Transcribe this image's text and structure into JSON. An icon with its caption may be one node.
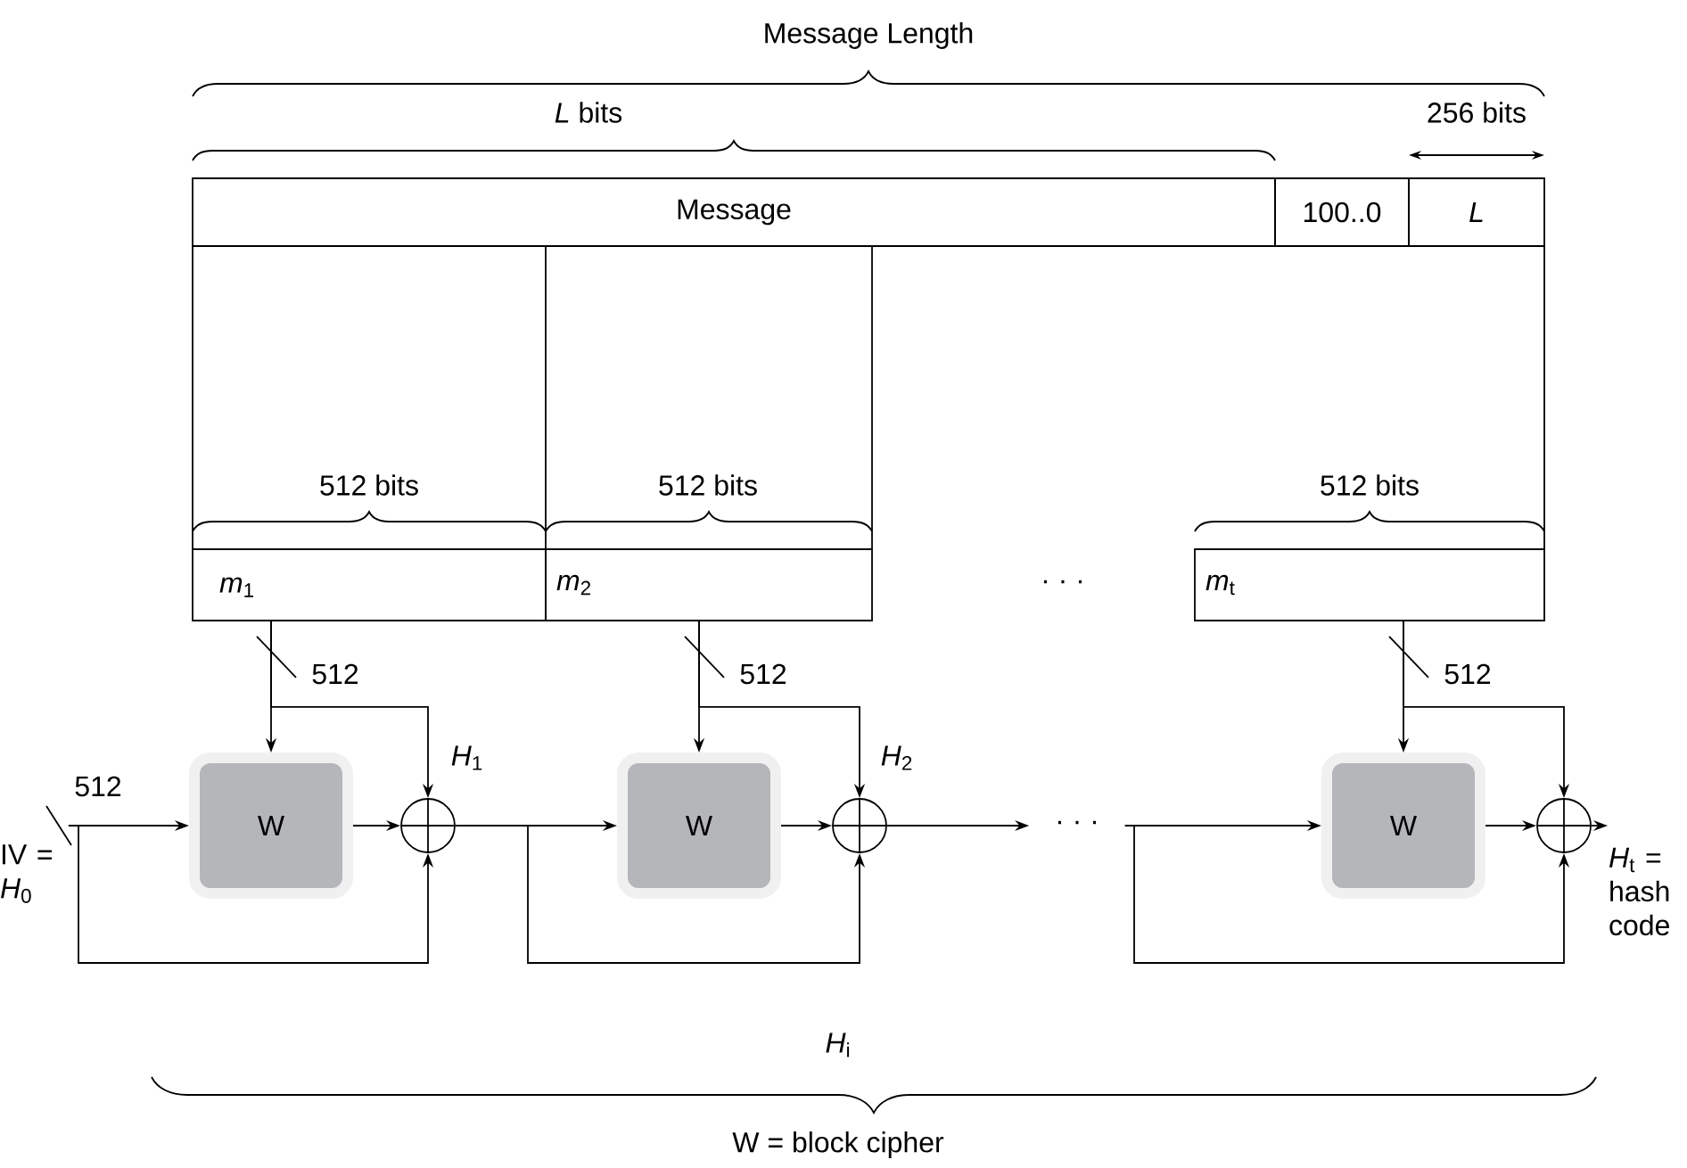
{
  "diagram": {
    "nodes": [
      {
        "text": [
          "Message"
        ]
      },
      {
        "text": [
          "100..0"
        ]
      },
      {
        "text": [
          "L"
        ]
      },
      {
        "text": [
          "*m*$_{1}$"
        ]
      },
      {
        "text": [
          "*m*$_{2}$"
        ]
      },
      {
        "text": [
          "*m*$_{t}$"
        ]
      },
      {
        "text": [
          "W"
        ]
      },
      {
        "text": [],
        "shape": "circle"
      },
      {
        "text": [
          "W"
        ]
      },
      {
        "text": [],
        "shape": "circle"
      },
      {
        "text": [
          "W"
        ]
      },
      {
        "text": [],
        "shape": "circle"
      },
      {
        "text": [
          "IV = *H*$_{0}$"
        ]
      },
      {
        "text": [
          "*H*$_{t}$ = hash code"
        ]
      },
      {
        "text": [
          "· · ·"
        ]
      }
    ],
    "edges": [
      {
        "from": 12,
        "to": 6,
        "arrow": "to",
        "label": "512"
      },
      {
        "from": 12,
        "to": 7,
        "arrow": "to"
      },
      {
        "from": 3,
        "to": 6,
        "arrow": "to",
        "label": "512"
      },
      {
        "from": 3,
        "to": 7,
        "arrow": "to"
      },
      {
        "from": 6,
        "to": 7,
        "arrow": "to"
      },
      {
        "from": 7,
        "to": 8,
        "arrow": "to"
      },
      {
        "from": 7,
        "to": 9,
        "arrow": "to"
      },
      {
        "from": 4,
        "to": 8,
        "arrow": "to",
        "label": "512"
      },
      {
        "from": 4,
        "to": 9,
        "arrow": "to"
      },
      {
        "from": 8,
        "to": 9,
        "arrow": "to"
      },
      {
        "from": 9,
        "to": 14,
        "arrow": "to"
      },
      {
        "from": 14,
        "to": 10,
        "arrow": "to"
      },
      {
        "from": 14,
        "to": 11,
        "arrow": "to"
      },
      {
        "from": 5,
        "to": 10,
        "arrow": "to",
        "label": "512"
      },
      {
        "from": 5,
        "to": 11,
        "arrow": "to"
      },
      {
        "from": 10,
        "to": 11,
        "arrow": "to"
      },
      {
        "from": 11,
        "to": 13,
        "arrow": "to"
      }
    ],
    "labels": [
      "Message Length",
      "*L* bits",
      "256 bits",
      "512 bits",
      "512 bits",
      "512 bits",
      "· · ·",
      "*H*$_{1}$",
      "*H*$_{2}$",
      "*H*$_{i}$",
      "W = block cipher"
    ]
  }
}
